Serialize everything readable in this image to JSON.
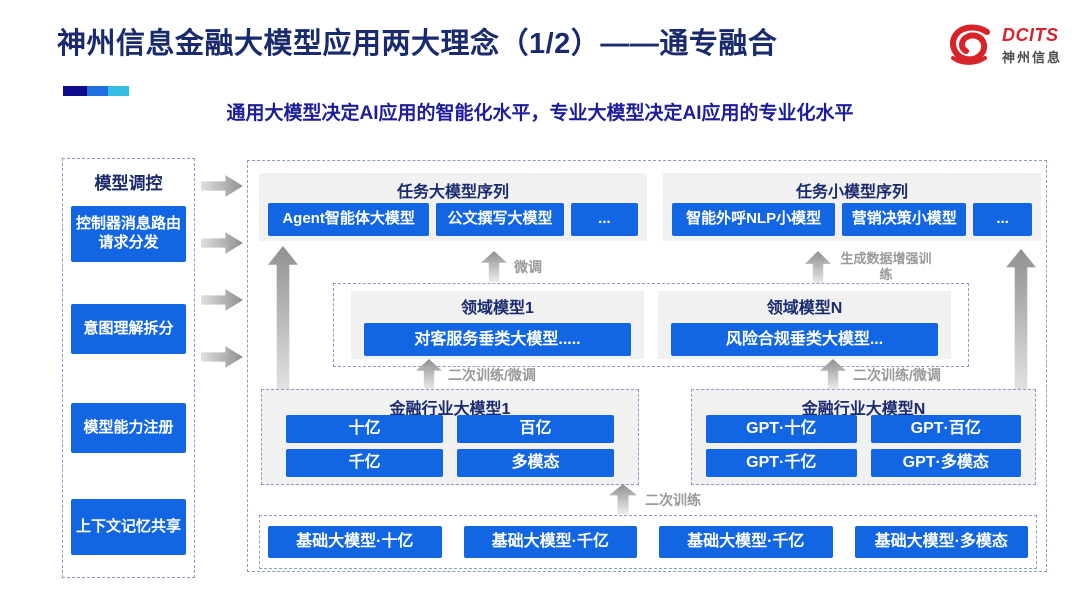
{
  "header": {
    "title": "神州信息金融大模型应用两大理念（1/2）——通专融合",
    "subtitle": "通用大模型决定AI应用的智能化水平，专业大模型决定AI应用的专业化水平",
    "logo": {
      "brand": "DCITS",
      "brand_cn": "神州信息"
    }
  },
  "sidebar": {
    "title": "模型调控",
    "items": [
      "控制器消息路由请求分发",
      "意图理解拆分",
      "模型能力注册",
      "上下文记忆共享"
    ]
  },
  "task_large": {
    "title": "任务大模型序列",
    "items": [
      "Agent智能体大模型",
      "公文撰写大模型",
      "..."
    ]
  },
  "task_small": {
    "title": "任务小模型序列",
    "items": [
      "智能外呼NLP小模型",
      "营销决策小模型",
      "..."
    ]
  },
  "domain": {
    "left": {
      "title": "领域模型1",
      "item": "对客服务垂类大模型....."
    },
    "right": {
      "title": "领域模型N",
      "item": "风险合规垂类大模型..."
    }
  },
  "industry": {
    "left": {
      "title": "金融行业大模型1",
      "items": [
        "十亿",
        "百亿",
        "千亿",
        "多模态"
      ]
    },
    "right": {
      "title": "金融行业大模型N",
      "items": [
        "GPT·十亿",
        "GPT·百亿",
        "GPT·千亿",
        "GPT·多模态"
      ]
    }
  },
  "base": {
    "items": [
      "基础大模型·十亿",
      "基础大模型·千亿",
      "基础大模型·千亿",
      "基础大模型·多模态"
    ]
  },
  "labels": {
    "finetune": "微调",
    "gen_data_training": "生成数据增强训练",
    "secondary_train_finetune_left": "二次训练/微调",
    "secondary_train_finetune_right": "二次训练/微调",
    "secondary_training": "二次训练"
  },
  "colors": {
    "box_blue": "#1266e4",
    "title_navy": "#1a2a6e",
    "subtitle_navy": "#1d1d9b",
    "logo_red": "#d8232a",
    "label_gray": "#999999",
    "dashed_border": "#8b9cc8"
  }
}
